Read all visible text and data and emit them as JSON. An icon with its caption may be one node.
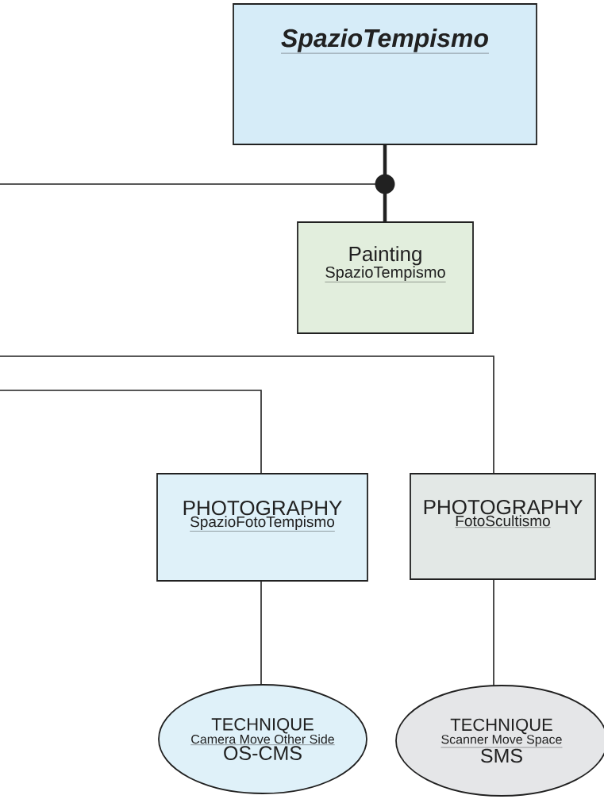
{
  "diagram": {
    "nodes": [
      {
        "text": [
          "SpazioTempismo"
        ]
      },
      {
        "text": [
          "Painting",
          "SpazioTempismo"
        ]
      },
      {
        "text": [
          "PHOTOGRAPHY",
          "SpazioFotoTempismo"
        ]
      },
      {
        "text": [
          "PHOTOGRAPHY",
          "FotoScultismo"
        ]
      },
      {
        "text": [
          "TECHNIQUE",
          "Camera Move Other Side",
          "OS-CMS"
        ]
      },
      {
        "text": [
          "TECHNIQUE",
          "Scanner Move Space",
          "SMS"
        ]
      }
    ],
    "edges": [
      {
        "from": 0,
        "to": 1,
        "arrow": "none",
        "style": "thick"
      },
      {
        "from": null,
        "to": 0,
        "arrow": "none"
      },
      {
        "from": null,
        "to": 3,
        "arrow": "none"
      },
      {
        "from": null,
        "to": 2,
        "arrow": "none"
      },
      {
        "from": 2,
        "to": 4,
        "arrow": "none"
      },
      {
        "from": 3,
        "to": 5,
        "arrow": "none"
      }
    ]
  }
}
